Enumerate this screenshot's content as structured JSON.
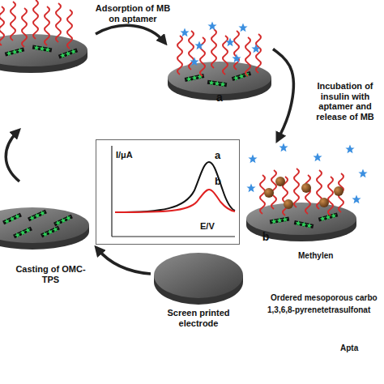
{
  "diagram": {
    "nodes": [
      {
        "text": [
          "a"
        ]
      },
      {
        "text": [
          "I/μA",
          "E/V",
          "a",
          "b"
        ]
      },
      {
        "text": [
          "b"
        ]
      },
      {
        "text": [
          "Screen printed electrode"
        ]
      }
    ],
    "edges": [
      {
        "from": 0,
        "to": 2,
        "arrow": "to",
        "label": "Incubation of insulin with aptamer and release of MB"
      }
    ],
    "labels": [
      "Adsorption of MB on aptamer",
      "Casting of OMC-TPS",
      "Methylen",
      "Ordered mesoporous carbo",
      "1,3,6,8-pyrenetetrasulfonat",
      "Apta"
    ]
  }
}
